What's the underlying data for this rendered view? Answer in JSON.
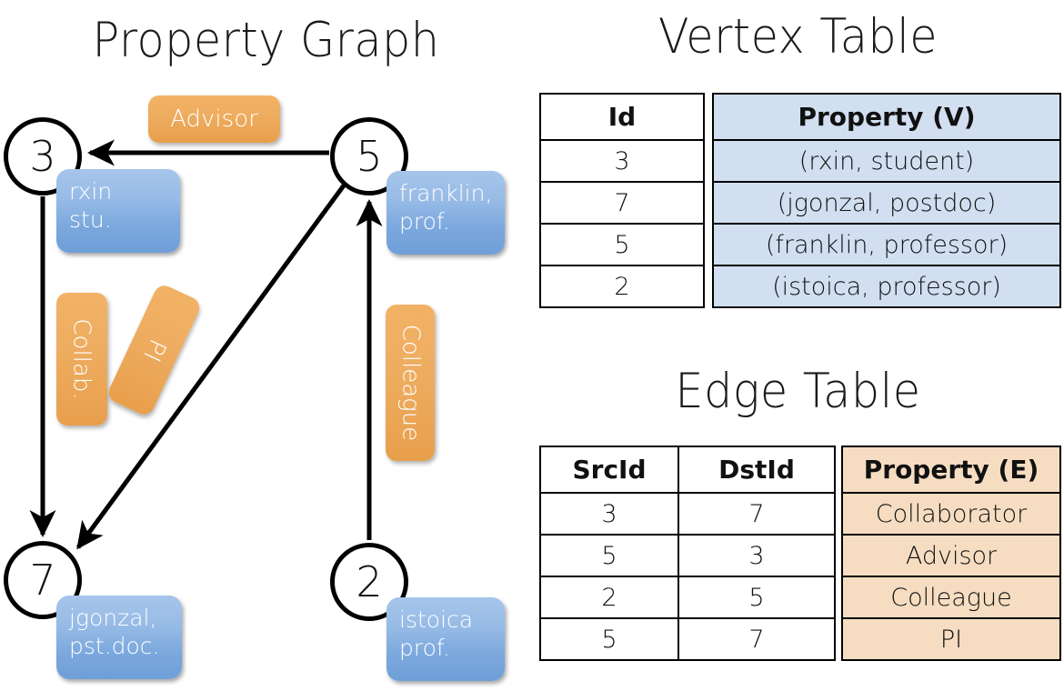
{
  "panels": {
    "graph_title": "Property Graph",
    "vertex_title": "Vertex Table",
    "edge_title": "Edge Table"
  },
  "graph": {
    "vertices": [
      {
        "id": "3",
        "property_lines": [
          "rxin",
          "stu."
        ]
      },
      {
        "id": "5",
        "property_lines": [
          "franklin,",
          "prof."
        ]
      },
      {
        "id": "7",
        "property_lines": [
          "jgonzal,",
          "pst.doc."
        ]
      },
      {
        "id": "2",
        "property_lines": [
          "istoica",
          "prof."
        ]
      }
    ],
    "edge_labels": [
      {
        "name": "advisor",
        "text": "Advisor"
      },
      {
        "name": "collab",
        "text": "Collab."
      },
      {
        "name": "pi",
        "text": "PI"
      },
      {
        "name": "colleague",
        "text": "Colleague"
      }
    ],
    "edges": [
      {
        "src": "5",
        "dst": "3",
        "label": "Advisor"
      },
      {
        "src": "3",
        "dst": "7",
        "label": "Collab."
      },
      {
        "src": "5",
        "dst": "7",
        "label": "PI"
      },
      {
        "src": "2",
        "dst": "5",
        "label": "Colleague"
      }
    ]
  },
  "vertex_table": {
    "headers": [
      "Id",
      "Property (V)"
    ],
    "rows": [
      {
        "id": "3",
        "property": "(rxin, student)"
      },
      {
        "id": "7",
        "property": "(jgonzal, postdoc)"
      },
      {
        "id": "5",
        "property": "(franklin, professor)"
      },
      {
        "id": "2",
        "property": "(istoica, professor)"
      }
    ]
  },
  "edge_table": {
    "headers": [
      "SrcId",
      "DstId",
      "Property (E)"
    ],
    "rows": [
      {
        "src": "3",
        "dst": "7",
        "property": "Collaborator"
      },
      {
        "src": "5",
        "dst": "3",
        "property": "Advisor"
      },
      {
        "src": "2",
        "dst": "5",
        "property": "Colleague"
      },
      {
        "src": "5",
        "dst": "7",
        "property": "PI"
      }
    ]
  },
  "colors": {
    "vertex_property_blue": "#7aa7dd",
    "edge_label_orange": "#eead61",
    "vertex_table_fill": "#d2dff1",
    "edge_table_fill": "#f6ddc1",
    "stroke": "#000000"
  }
}
